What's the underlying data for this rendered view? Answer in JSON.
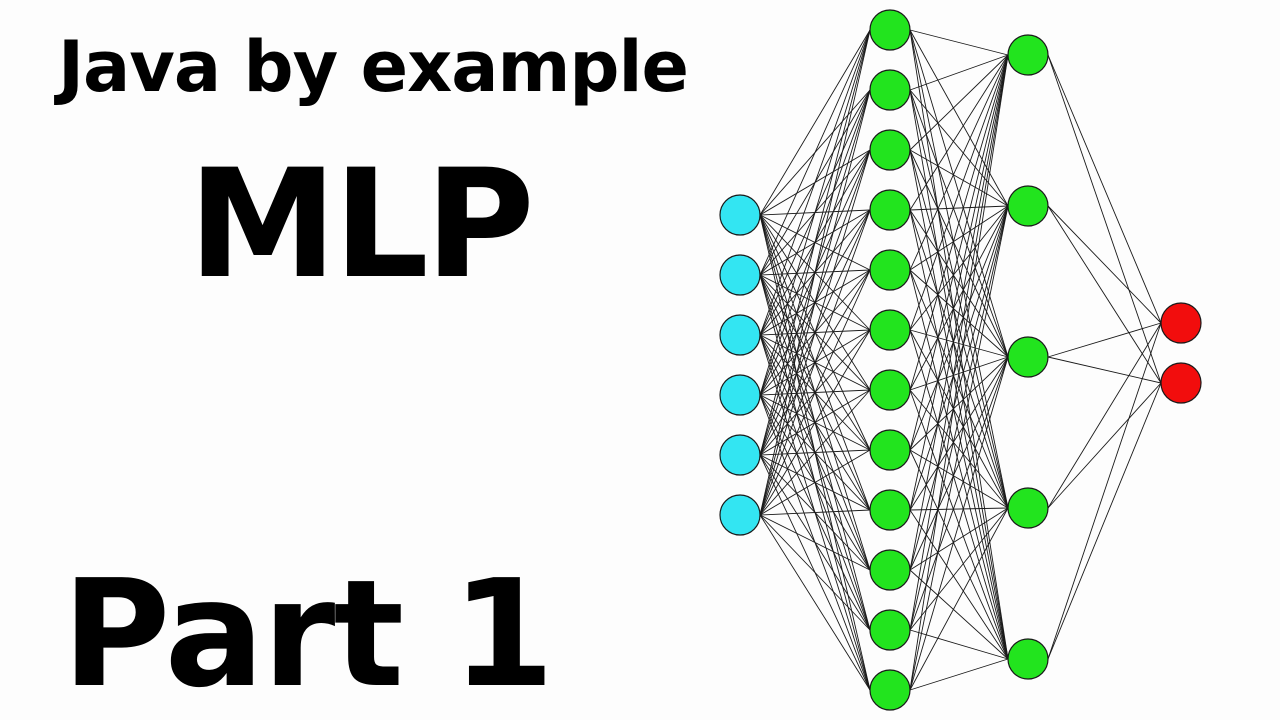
{
  "thumbnail": {
    "subtitle": "Java by example",
    "topic": "MLP",
    "part": "Part 1"
  },
  "network": {
    "layers": [
      {
        "role": "input",
        "neurons": 6,
        "color": "#33e5f2"
      },
      {
        "role": "hidden",
        "neurons": 12,
        "color": "#22e41e"
      },
      {
        "role": "hidden",
        "neurons": 5,
        "color": "#22e41e"
      },
      {
        "role": "output",
        "neurons": 2,
        "color": "#f20d0d"
      }
    ],
    "edge_color": "#1a1a1a",
    "node_stroke": "#1a1a1a"
  }
}
